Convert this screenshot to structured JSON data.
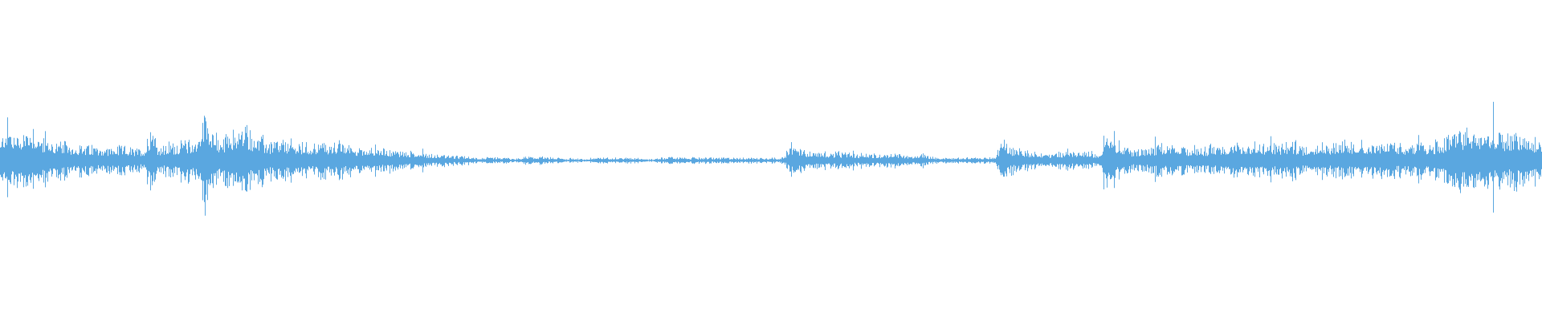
{
  "waveform": {
    "color": "#5aa7e0",
    "background": "#ffffff",
    "peak_profile": [
      0.12,
      0.28,
      0.18,
      0.2,
      0.22,
      0.25,
      0.16,
      0.15,
      0.13,
      0.13,
      0.12,
      0.11,
      0.11,
      0.1,
      0.1,
      0.1,
      0.09,
      0.09,
      0.09,
      0.1,
      0.08,
      0.08,
      0.09,
      0.3,
      0.1,
      0.1,
      0.13,
      0.12,
      0.15,
      0.14,
      0.15,
      0.36,
      0.28,
      0.14,
      0.15,
      0.22,
      0.2,
      0.25,
      0.21,
      0.17,
      0.15,
      0.13,
      0.14,
      0.13,
      0.14,
      0.12,
      0.11,
      0.12,
      0.12,
      0.13,
      0.12,
      0.13,
      0.12,
      0.11,
      0.1,
      0.09,
      0.09,
      0.1,
      0.08,
      0.08,
      0.07,
      0.07,
      0.06,
      0.06,
      0.06,
      0.05,
      0.04,
      0.04,
      0.04,
      0.03,
      0.03,
      0.03,
      0.02,
      0.02,
      0.02,
      0.02,
      0.02,
      0.02,
      0.01,
      0.02,
      0.03,
      0.02,
      0.03,
      0.02,
      0.02,
      0.02,
      0.01,
      0.02,
      0.01,
      0.01,
      0.02,
      0.02,
      0.02,
      0.02,
      0.02,
      0.02,
      0.02,
      0.02,
      0.01,
      0.01,
      0.02,
      0.02,
      0.03,
      0.02,
      0.02,
      0.02,
      0.02,
      0.02,
      0.02,
      0.02,
      0.02,
      0.02,
      0.02,
      0.02,
      0.02,
      0.02,
      0.02,
      0.02,
      0.02,
      0.02,
      0.13,
      0.09,
      0.08,
      0.07,
      0.06,
      0.06,
      0.05,
      0.06,
      0.05,
      0.05,
      0.04,
      0.06,
      0.05,
      0.04,
      0.05,
      0.05,
      0.05,
      0.04,
      0.04,
      0.03,
      0.05,
      0.03,
      0.02,
      0.02,
      0.02,
      0.02,
      0.02,
      0.02,
      0.02,
      0.02,
      0.02,
      0.02,
      0.14,
      0.11,
      0.09,
      0.08,
      0.07,
      0.06,
      0.05,
      0.05,
      0.05,
      0.06,
      0.07,
      0.06,
      0.05,
      0.07,
      0.05,
      0.05,
      0.28,
      0.18,
      0.12,
      0.09,
      0.08,
      0.09,
      0.08,
      0.09,
      0.13,
      0.1,
      0.09,
      0.1,
      0.09,
      0.09,
      0.11,
      0.09,
      0.1,
      0.12,
      0.11,
      0.12,
      0.11,
      0.12,
      0.13,
      0.12,
      0.12,
      0.11,
      0.12,
      0.12,
      0.13,
      0.12,
      0.1,
      0.11,
      0.14,
      0.12,
      0.11,
      0.12,
      0.13,
      0.13,
      0.14,
      0.12,
      0.13,
      0.12,
      0.14,
      0.12,
      0.11,
      0.11,
      0.13,
      0.12,
      0.11,
      0.12,
      0.14,
      0.13,
      0.24,
      0.2,
      0.2,
      0.22,
      0.21,
      0.2,
      0.22,
      0.21,
      0.2,
      0.18,
      0.2,
      0.18,
      0.17,
      0.14,
      0.15
    ]
  }
}
